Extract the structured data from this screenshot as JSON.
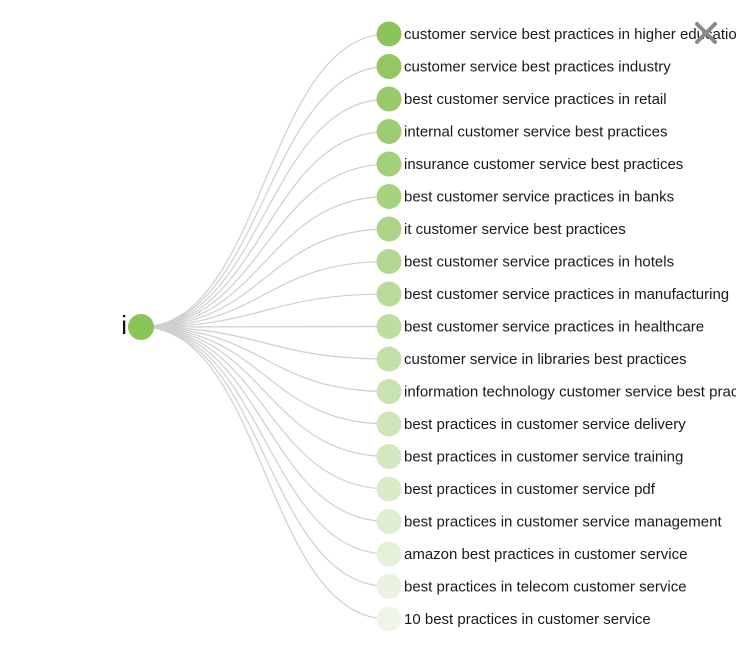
{
  "root": {
    "label": "i",
    "color": "#8bc55a"
  },
  "leaves": [
    "customer service best practices in higher education",
    "customer service best practices industry",
    "best customer service practices in retail",
    "internal customer service best practices",
    "insurance customer service best practices",
    "best customer service practices in banks",
    "it customer service best practices",
    "best customer service practices in hotels",
    "best customer service practices in manufacturing",
    "best customer service practices in healthcare",
    "customer service in libraries best practices",
    "information technology customer service best practices",
    "best practices in customer service delivery",
    "best practices in customer service training",
    "best practices in customer service pdf",
    "best practices in customer service management",
    "amazon best practices in customer service",
    "best practices in telecom customer service",
    "10 best practices in customer service"
  ],
  "colors": {
    "link": "#cfcfcf",
    "node_start": "#8bc55a",
    "node_end": "#eff6e8",
    "close": "#8a8a8a"
  },
  "close_button": {
    "icon": "close-icon"
  }
}
